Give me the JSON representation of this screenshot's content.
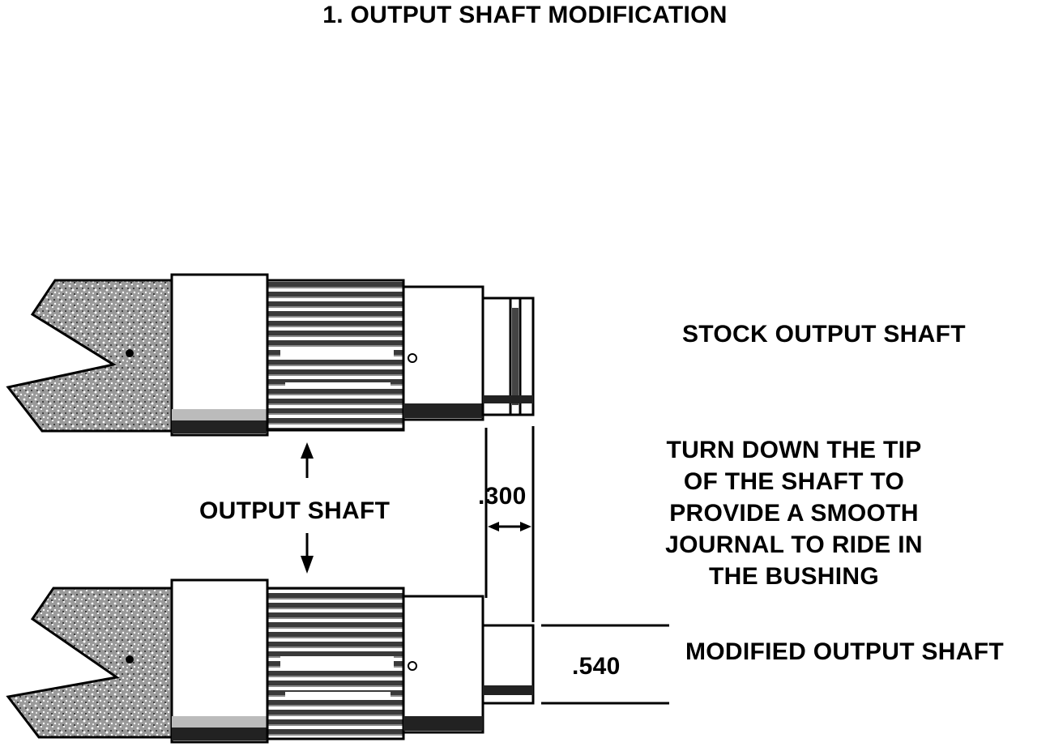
{
  "title": "1.  OUTPUT SHAFT MODIFICATION",
  "labels": {
    "stock": "STOCK OUTPUT SHAFT",
    "output_shaft": "OUTPUT SHAFT",
    "modified": "MODIFIED OUTPUT SHAFT"
  },
  "instruction": [
    "TURN DOWN THE TIP",
    "OF THE SHAFT TO",
    "PROVIDE A SMOOTH",
    "JOURNAL TO RIDE IN",
    "THE BUSHING"
  ],
  "dimensions": {
    "tip_length": ".300",
    "journal_diameter": ".540"
  }
}
